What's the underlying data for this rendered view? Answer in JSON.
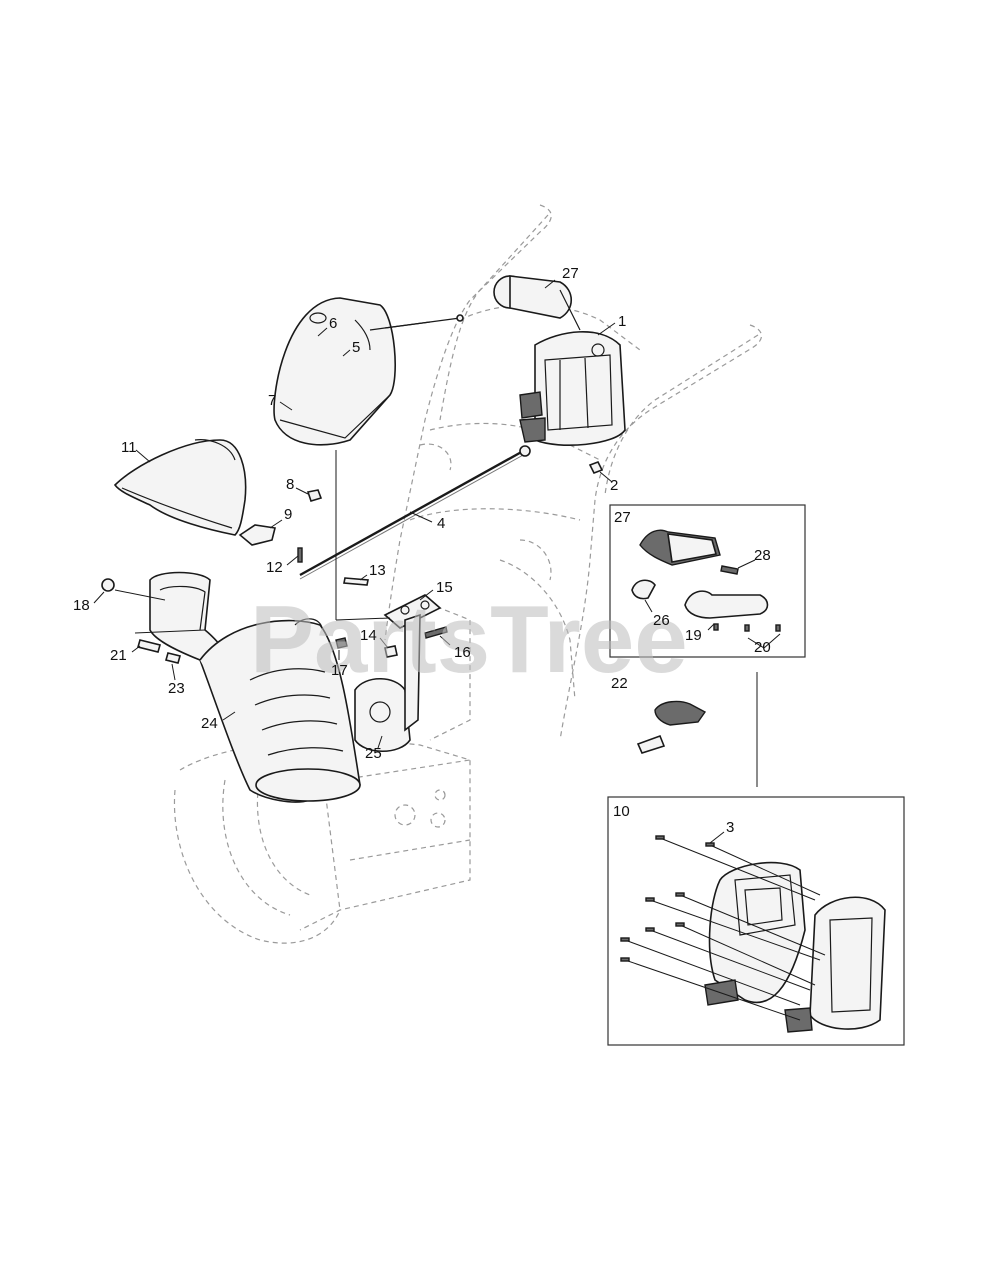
{
  "watermark": "PartsTree",
  "callouts": [
    {
      "id": "c1",
      "text": "1"
    },
    {
      "id": "c2",
      "text": "2"
    },
    {
      "id": "c3",
      "text": "3"
    },
    {
      "id": "c4",
      "text": "4"
    },
    {
      "id": "c5",
      "text": "5"
    },
    {
      "id": "c6",
      "text": "6"
    },
    {
      "id": "c7",
      "text": "7"
    },
    {
      "id": "c8",
      "text": "8"
    },
    {
      "id": "c9",
      "text": "9"
    },
    {
      "id": "c10",
      "text": "10"
    },
    {
      "id": "c11",
      "text": "11"
    },
    {
      "id": "c12",
      "text": "12"
    },
    {
      "id": "c13",
      "text": "13"
    },
    {
      "id": "c14",
      "text": "14"
    },
    {
      "id": "c15",
      "text": "15"
    },
    {
      "id": "c16",
      "text": "16"
    },
    {
      "id": "c17",
      "text": "17"
    },
    {
      "id": "c18",
      "text": "18"
    },
    {
      "id": "c19",
      "text": "19"
    },
    {
      "id": "c20",
      "text": "20"
    },
    {
      "id": "c21",
      "text": "21"
    },
    {
      "id": "c22",
      "text": "22"
    },
    {
      "id": "c23",
      "text": "23"
    },
    {
      "id": "c24",
      "text": "24"
    },
    {
      "id": "c25",
      "text": "25"
    },
    {
      "id": "c26",
      "text": "26"
    },
    {
      "id": "c27",
      "text": "27"
    },
    {
      "id": "c27b",
      "text": "27"
    },
    {
      "id": "c28",
      "text": "28"
    }
  ]
}
